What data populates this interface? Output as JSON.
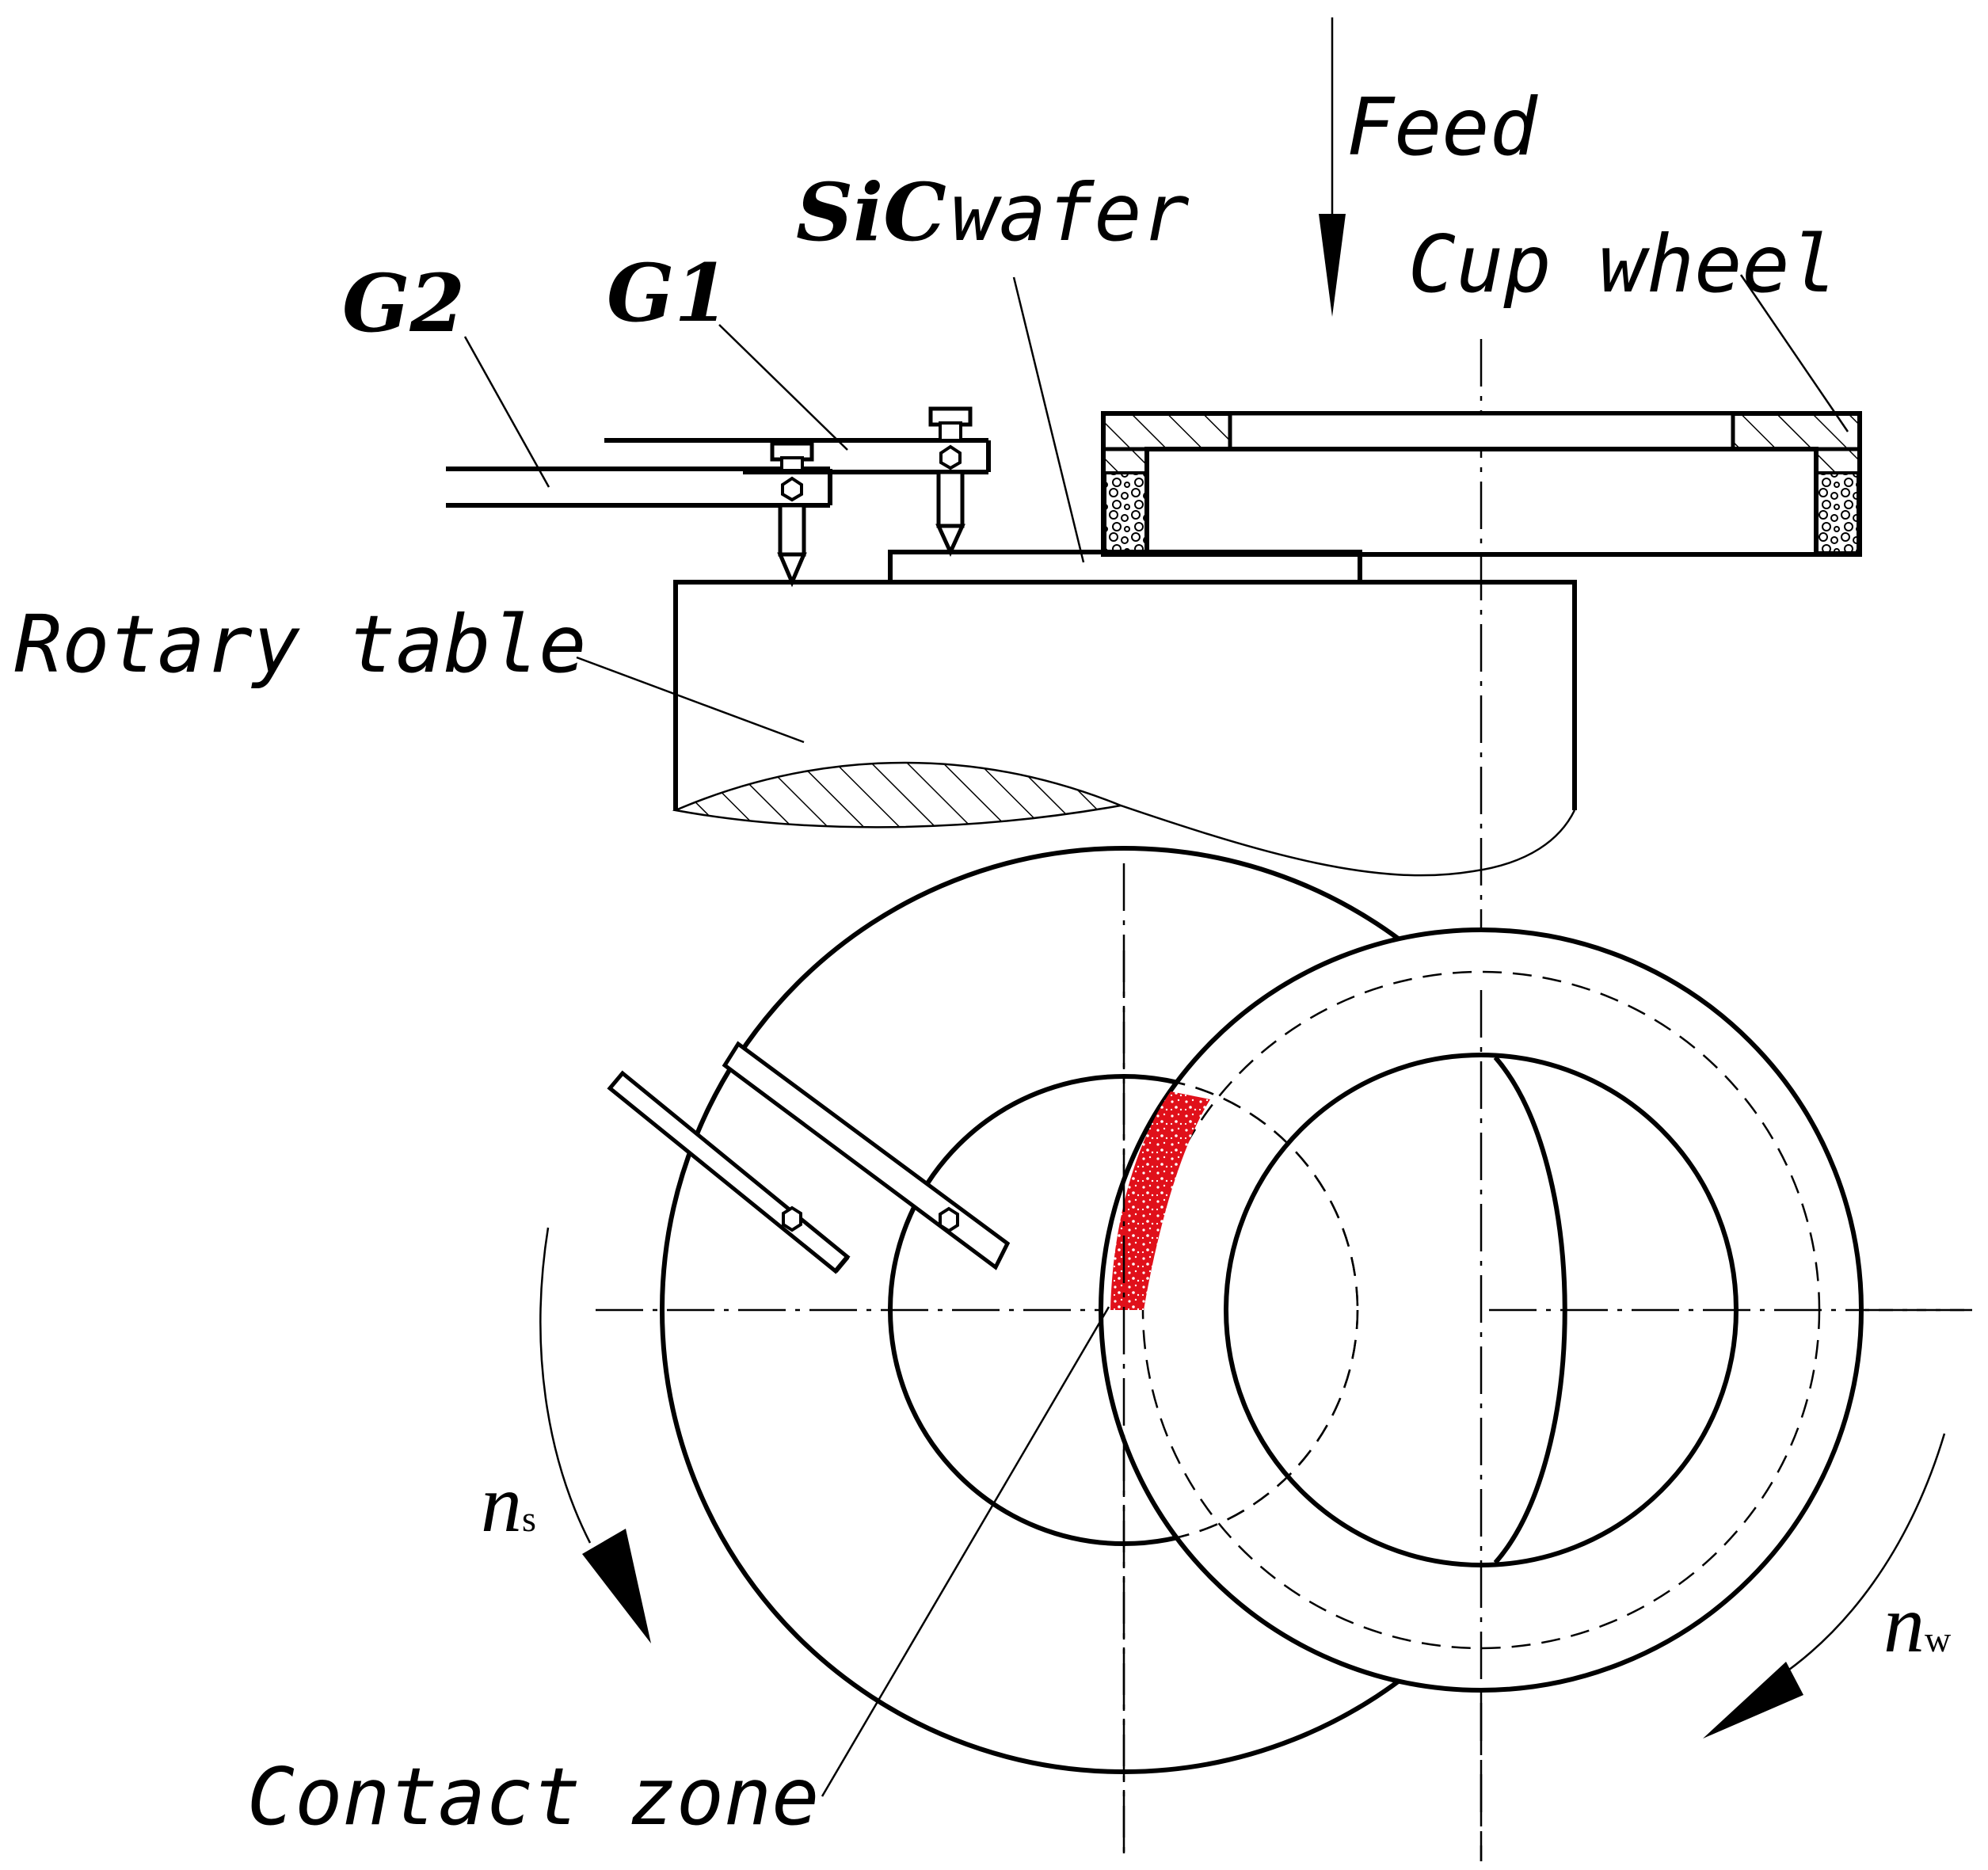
{
  "labels": {
    "feed": "Feed",
    "sic_bold": "SiC",
    "sic_rest": "wafer",
    "cup_wheel": "Cup wheel",
    "g1": "G1",
    "g2": "G2",
    "rotary_table": "Rotary table",
    "contact_zone": "Contact zone",
    "ns_main": "n",
    "ns_sub": "s",
    "nw_main": "n",
    "nw_sub": "w"
  },
  "colors": {
    "line": "#000000",
    "contact_zone": "#e0101a",
    "background": "#ffffff"
  }
}
